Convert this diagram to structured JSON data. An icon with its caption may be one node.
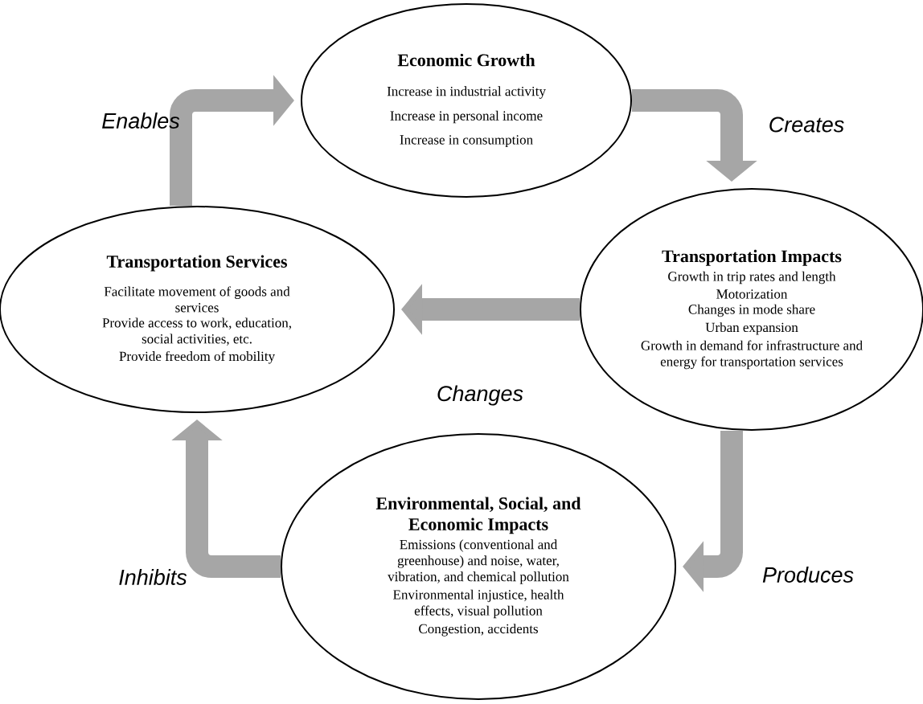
{
  "diagram": {
    "nodes": [
      {
        "text": [
          "Economic Growth",
          "Increase in industrial activity",
          "Increase in personal income",
          "Increase in consumption"
        ]
      },
      {
        "text": [
          "Transportation Impacts",
          "Growth in trip rates and length",
          "Motorization",
          "Changes in mode share",
          "Urban expansion",
          "Growth in demand for infrastructure and energy for transportation services"
        ]
      },
      {
        "text": [
          "Environmental, Social, and Economic Impacts",
          "Emissions (conventional and greenhouse) and noise, water, vibration, and chemical pollution",
          "Environmental injustice, health effects, visual pollution",
          "Congestion, accidents"
        ]
      },
      {
        "text": [
          "Transportation Services",
          "Facilitate movement of goods and services",
          "Provide access to work, education, social activities, etc.",
          "Provide freedom of mobility"
        ]
      }
    ],
    "edges": [
      {
        "from": 0,
        "to": 1,
        "arrow": "to",
        "label": "Creates"
      },
      {
        "from": 1,
        "to": 2,
        "arrow": "to",
        "label": "Produces"
      },
      {
        "from": 2,
        "to": 3,
        "arrow": "to",
        "label": "Inhibits"
      },
      {
        "from": 3,
        "to": 0,
        "arrow": "to",
        "label": "Enables"
      },
      {
        "from": 1,
        "to": 3,
        "arrow": "to",
        "label": "Changes"
      }
    ]
  }
}
